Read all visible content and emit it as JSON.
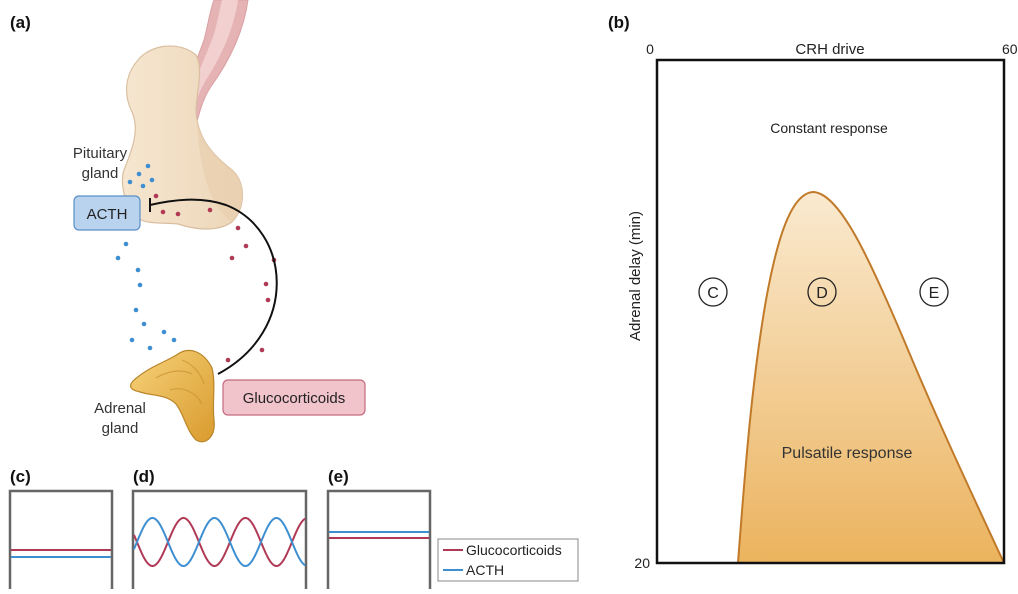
{
  "panel_a": {
    "letter": "(a)",
    "pituitary_line1": "Pituitary",
    "pituitary_line2": "gland",
    "acth_label": "ACTH",
    "adrenal_line1": "Adrenal",
    "adrenal_line2": "gland",
    "gluco_label": "Glucocorticoids"
  },
  "panel_b": {
    "letter": "(b)",
    "x_label": "CRH drive",
    "x_min": "0",
    "x_max": "60",
    "y_label": "Adrenal delay (min)",
    "y_bottom": "20",
    "constant_label": "Constant response",
    "pulsatile_label": "Pulsatile response",
    "marker_c": "C",
    "marker_d": "D",
    "marker_e": "E"
  },
  "panel_c": {
    "letter": "(c)"
  },
  "panel_d": {
    "letter": "(d)"
  },
  "panel_e": {
    "letter": "(e)"
  },
  "legend": {
    "glucocorticoids": "Glucocorticoids",
    "acth": "ACTH"
  },
  "colors": {
    "glucocorticoids": "#b03a55",
    "acth": "#3d8fd1",
    "region_top": "#f9e7c4",
    "region_bottom": "#ebb35e",
    "region_stroke": "#c07a2a",
    "label_blue_fill": "#b9d3ee",
    "label_pink_fill": "#f1c3cb"
  }
}
